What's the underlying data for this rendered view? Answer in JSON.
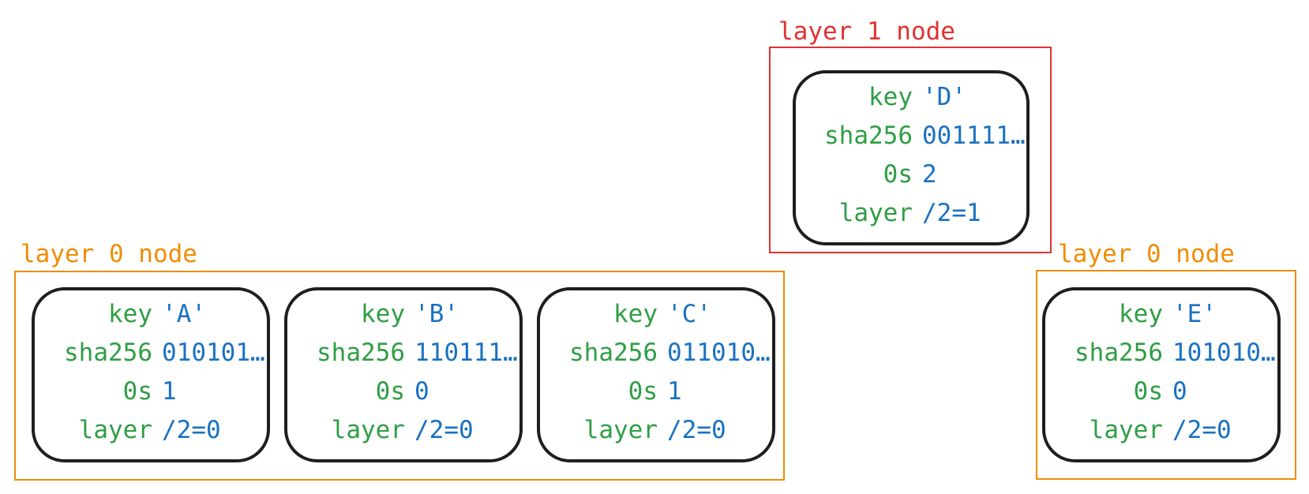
{
  "colors": {
    "layer1": "#e03131",
    "layer0": "#f08c00",
    "key": "#2f9e44",
    "value": "#1971c2",
    "node_border": "#1e1e1e"
  },
  "groups": [
    {
      "label": "layer 1 node",
      "color": "layer1",
      "nodes": [
        {
          "rows": [
            {
              "k": "key",
              "v": "'D'"
            },
            {
              "k": "sha256",
              "v": "001111…"
            },
            {
              "k": "0s",
              "v": "2"
            },
            {
              "k": "layer",
              "v": "/2=1"
            }
          ]
        }
      ]
    },
    {
      "label": "layer 0 node",
      "color": "layer0",
      "nodes": [
        {
          "rows": [
            {
              "k": "key",
              "v": "'A'"
            },
            {
              "k": "sha256",
              "v": "010101…"
            },
            {
              "k": "0s",
              "v": "1"
            },
            {
              "k": "layer",
              "v": "/2=0"
            }
          ]
        },
        {
          "rows": [
            {
              "k": "key",
              "v": "'B'"
            },
            {
              "k": "sha256",
              "v": "110111…"
            },
            {
              "k": "0s",
              "v": "0"
            },
            {
              "k": "layer",
              "v": "/2=0"
            }
          ]
        },
        {
          "rows": [
            {
              "k": "key",
              "v": "'C'"
            },
            {
              "k": "sha256",
              "v": "011010…"
            },
            {
              "k": "0s",
              "v": "1"
            },
            {
              "k": "layer",
              "v": "/2=0"
            }
          ]
        }
      ]
    },
    {
      "label": "layer 0 node",
      "color": "layer0",
      "nodes": [
        {
          "rows": [
            {
              "k": "key",
              "v": "'E'"
            },
            {
              "k": "sha256",
              "v": "101010…"
            },
            {
              "k": "0s",
              "v": "0"
            },
            {
              "k": "layer",
              "v": "/2=0"
            }
          ]
        }
      ]
    }
  ]
}
